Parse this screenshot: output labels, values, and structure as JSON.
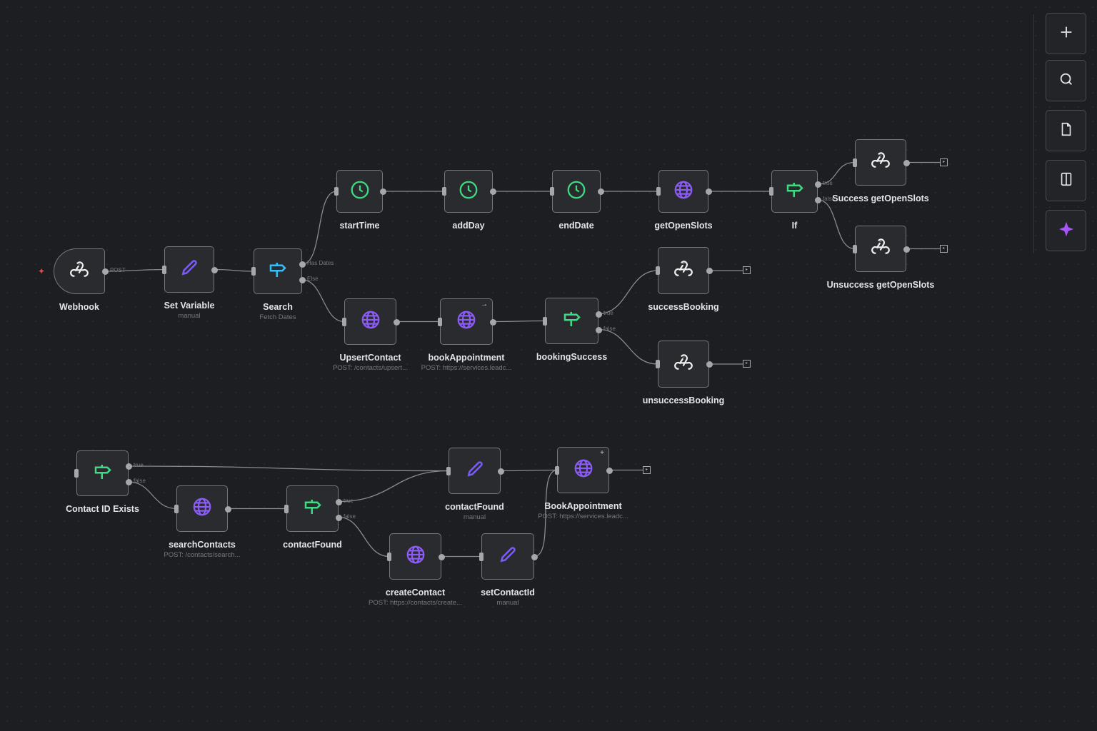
{
  "nodes": [
    {
      "id": "webhook",
      "label": "Webhook",
      "icon": "webhook-icon",
      "type": "trigger",
      "out_label": "POST"
    },
    {
      "id": "setVariable",
      "label": "Set Variable",
      "sub": "manual",
      "icon": "pencil-icon"
    },
    {
      "id": "search",
      "label": "Search",
      "sub": "Fetch Dates",
      "icon": "signpost-icon",
      "out_labels": [
        "Has Dates",
        "Else"
      ]
    },
    {
      "id": "startTime",
      "label": "startTime",
      "icon": "clock-icon"
    },
    {
      "id": "addDay",
      "label": "addDay",
      "icon": "clock-icon"
    },
    {
      "id": "endDate",
      "label": "endDate",
      "icon": "clock-icon"
    },
    {
      "id": "getOpenSlots",
      "label": "getOpenSlots",
      "icon": "globe-icon"
    },
    {
      "id": "if",
      "label": "If",
      "icon": "signpost-icon",
      "out_labels": [
        "true",
        "false"
      ]
    },
    {
      "id": "successGet",
      "label": "Success getOpenSlots",
      "icon": "webhook-icon"
    },
    {
      "id": "unsuccessGet",
      "label": "Unsuccess getOpenSlots",
      "icon": "webhook-icon"
    },
    {
      "id": "upsertContact",
      "label": "UpsertContact",
      "sub": "POST: /contacts/upsert...",
      "icon": "globe-icon"
    },
    {
      "id": "bookAppointment",
      "label": "bookAppointment",
      "sub": "POST: https://services.leadc...",
      "icon": "globe-icon",
      "badge": "→"
    },
    {
      "id": "bookingSuccess",
      "label": "bookingSuccess",
      "icon": "signpost-icon",
      "out_labels": [
        "true",
        "false"
      ]
    },
    {
      "id": "successBooking",
      "label": "successBooking",
      "icon": "webhook-icon"
    },
    {
      "id": "unsuccessBooking",
      "label": "unsuccessBooking",
      "icon": "webhook-icon"
    },
    {
      "id": "contactIdExists",
      "label": "Contact ID Exists",
      "icon": "signpost-icon",
      "out_labels": [
        "true",
        "false"
      ]
    },
    {
      "id": "searchContacts",
      "label": "searchContacts",
      "sub": "POST: /contacts/search...",
      "icon": "globe-icon"
    },
    {
      "id": "contactFoundIf",
      "label": "contactFound",
      "icon": "signpost-icon",
      "out_labels": [
        "true",
        "false"
      ]
    },
    {
      "id": "contactFoundSet",
      "label": "contactFound",
      "sub": "manual",
      "icon": "pencil-icon"
    },
    {
      "id": "bookAppointment2",
      "label": "BookAppointment",
      "sub": "POST: https://services.leadc...",
      "icon": "globe-icon",
      "badge": "+"
    },
    {
      "id": "createContact",
      "label": "createContact",
      "sub": "POST: https://contacts/create...",
      "icon": "globe-icon"
    },
    {
      "id": "setContactId",
      "label": "setContactId",
      "sub": "manual",
      "icon": "pencil-icon"
    }
  ],
  "connections": [
    [
      "webhook",
      0,
      "setVariable"
    ],
    [
      "setVariable",
      0,
      "search"
    ],
    [
      "search",
      0,
      "startTime"
    ],
    [
      "search",
      1,
      "upsertContact"
    ],
    [
      "startTime",
      0,
      "addDay"
    ],
    [
      "addDay",
      0,
      "endDate"
    ],
    [
      "endDate",
      0,
      "getOpenSlots"
    ],
    [
      "getOpenSlots",
      0,
      "if"
    ],
    [
      "if",
      0,
      "successGet"
    ],
    [
      "if",
      1,
      "unsuccessGet"
    ],
    [
      "upsertContact",
      0,
      "bookAppointment"
    ],
    [
      "bookAppointment",
      0,
      "bookingSuccess"
    ],
    [
      "bookingSuccess",
      0,
      "successBooking"
    ],
    [
      "bookingSuccess",
      1,
      "unsuccessBooking"
    ],
    [
      "contactIdExists",
      0,
      "contactFoundSet"
    ],
    [
      "contactIdExists",
      1,
      "searchContacts"
    ],
    [
      "searchContacts",
      0,
      "contactFoundIf"
    ],
    [
      "contactFoundIf",
      0,
      "contactFoundSet"
    ],
    [
      "contactFoundIf",
      1,
      "createContact"
    ],
    [
      "contactFoundSet",
      0,
      "bookAppointment2"
    ],
    [
      "createContact",
      0,
      "setContactId"
    ],
    [
      "setContactId",
      0,
      "bookAppointment2"
    ]
  ],
  "toolbar": [
    {
      "name": "zoom-in-button",
      "icon": "plus-icon"
    },
    {
      "name": "search-button",
      "icon": "search-icon"
    },
    {
      "name": "sticky-note-button",
      "icon": "document-icon"
    },
    {
      "name": "panel-toggle-button",
      "icon": "panel-icon"
    },
    {
      "name": "ai-assistant-button",
      "icon": "sparkle-icon"
    }
  ],
  "colors": {
    "background": "#1d1e21",
    "node": "#2a2b2e",
    "clock": "#3ddc84",
    "signpost_green": "#3ddc84",
    "signpost_blue": "#38bdf8",
    "globe": "#8b5cf6",
    "pencil": "#7c5cf6",
    "sparkle": "#a855f7",
    "trigger": "#e5484d"
  }
}
